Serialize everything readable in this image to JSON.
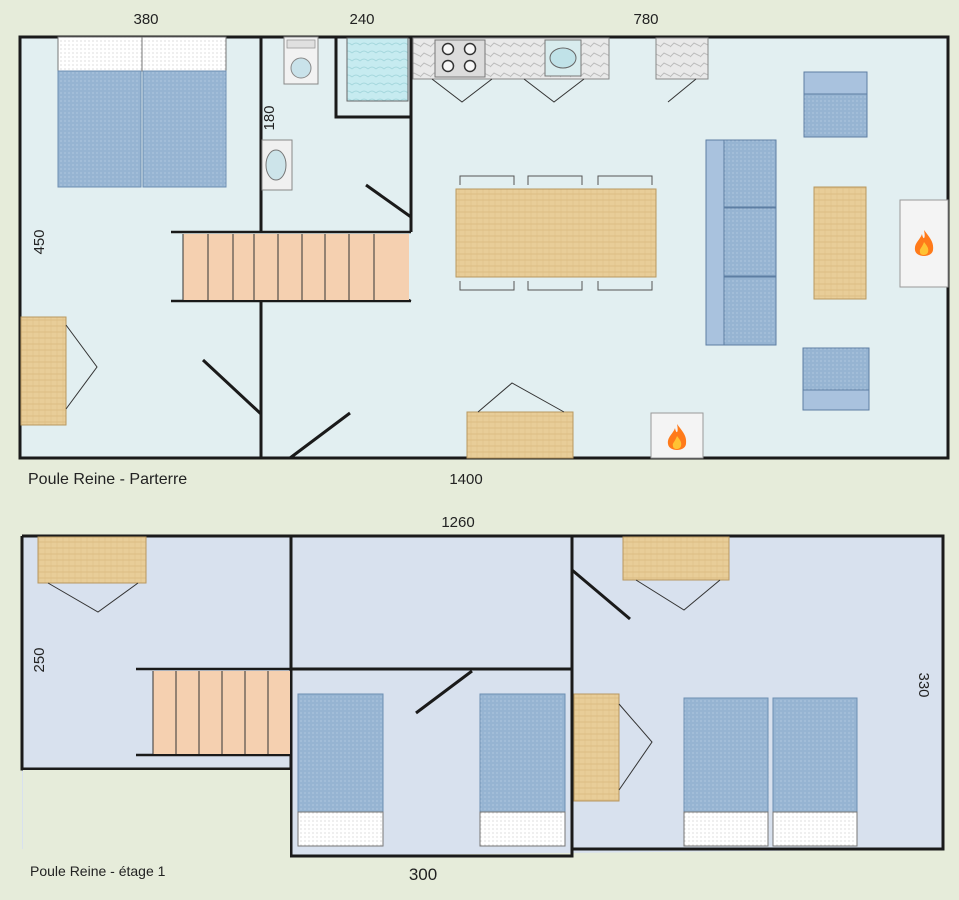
{
  "ground_floor": {
    "caption": "Poule Reine - Parterre",
    "dims": {
      "top_left": "380",
      "top_mid": "240",
      "top_right": "780",
      "left_side": "450",
      "bathroom": "180",
      "bottom_length": "1400"
    }
  },
  "upper_floor": {
    "caption": "Poule Reine  - étage 1",
    "dims": {
      "top_length": "1260",
      "left_side": "250",
      "right_side": "330",
      "bottom_width": "300"
    }
  },
  "icons": [
    "fireplace-icon",
    "bed-icon",
    "stairs-icon",
    "sink-icon",
    "shower-icon",
    "stove-icon",
    "sofa-icon",
    "table-icon",
    "chair-icon",
    "door-icon",
    "wardrobe-icon"
  ],
  "colors": {
    "background": "#e6ecda",
    "floor_ground": "#e2eff1",
    "floor_upper": "#d8e1ee",
    "wall": "#1a1a1a",
    "bed_blue": "#96b4d2",
    "wood": "#e8cd98",
    "stairs": "#f5d0b0",
    "fire": "#ff7a1a"
  }
}
